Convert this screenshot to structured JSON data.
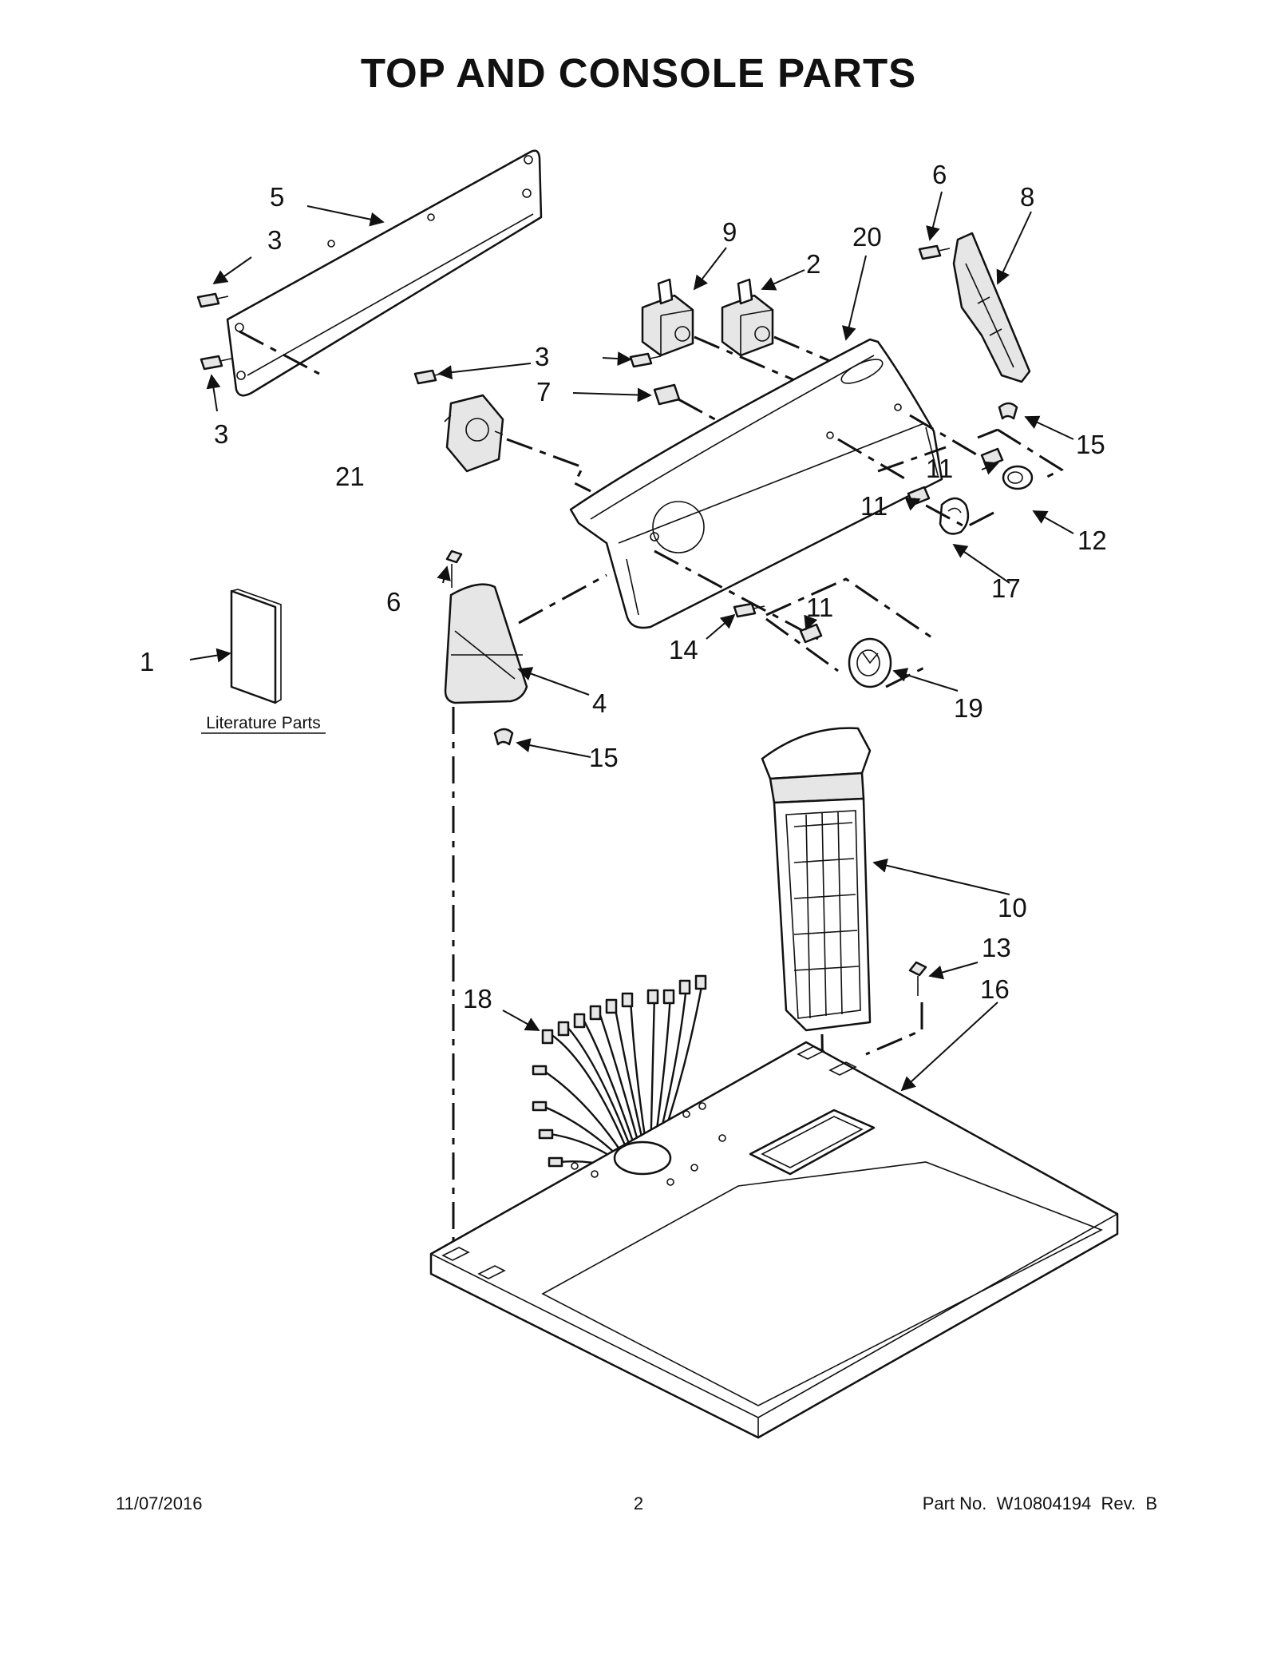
{
  "title": "TOP AND CONSOLE PARTS",
  "callouts": {
    "c1": "1",
    "c2": "2",
    "c3a": "3",
    "c3b": "3",
    "c3c": "3",
    "c4": "4",
    "c5": "5",
    "c6a": "6",
    "c6b": "6",
    "c7": "7",
    "c8": "8",
    "c9": "9",
    "c10": "10",
    "c11a": "11",
    "c11b": "11",
    "c11c": "11",
    "c12": "12",
    "c13": "13",
    "c14": "14",
    "c15a": "15",
    "c15b": "15",
    "c16": "16",
    "c17": "17",
    "c18": "18",
    "c19": "19",
    "c20": "20",
    "c21": "21"
  },
  "literature_label": "Literature Parts",
  "footer": {
    "date": "11/07/2016",
    "page": "2",
    "part_no": "Part No.  W10804194  Rev.  B"
  }
}
